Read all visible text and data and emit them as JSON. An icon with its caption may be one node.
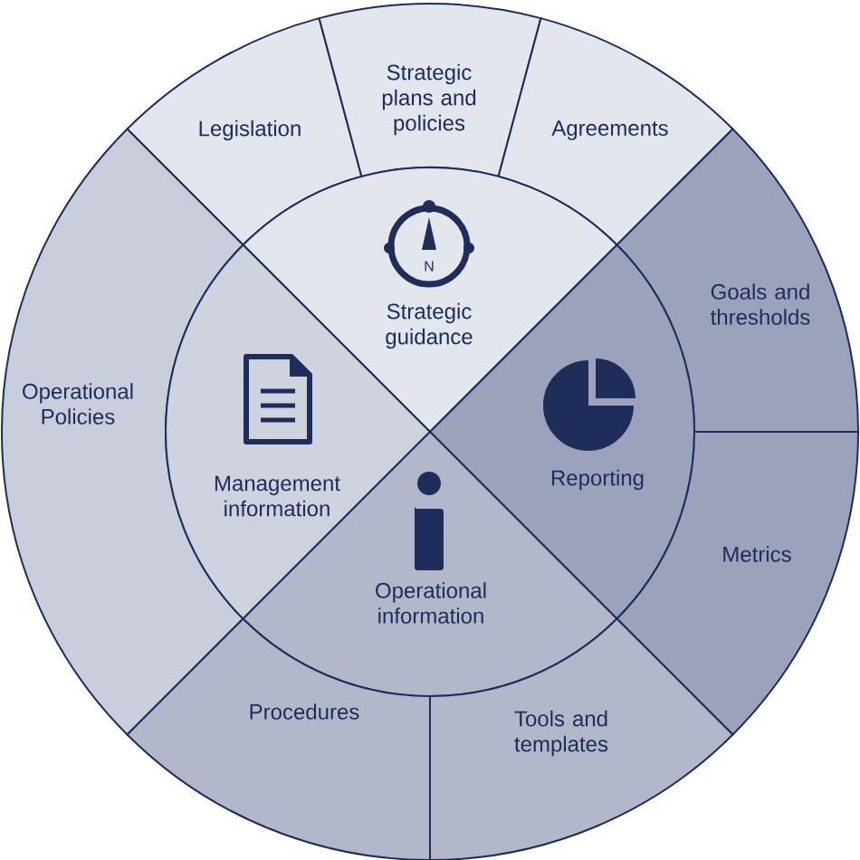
{
  "diagram": {
    "nodes": [
      {
        "text": [
          "Legislation"
        ]
      },
      {
        "text": [
          "Strategic plans and policies"
        ]
      },
      {
        "text": [
          "Agreements"
        ]
      },
      {
        "text": [
          "Strategic guidance"
        ]
      },
      {
        "text": [
          "Operational Policies"
        ]
      },
      {
        "text": [
          "Management information"
        ]
      },
      {
        "text": [
          "Goals and thresholds"
        ]
      },
      {
        "text": [
          "Reporting"
        ]
      },
      {
        "text": [
          "Metrics"
        ]
      },
      {
        "text": [
          "Operational information"
        ]
      },
      {
        "text": [
          "Procedures"
        ]
      },
      {
        "text": [
          "Tools and templates"
        ]
      }
    ],
    "labels": [
      "N"
    ]
  }
}
